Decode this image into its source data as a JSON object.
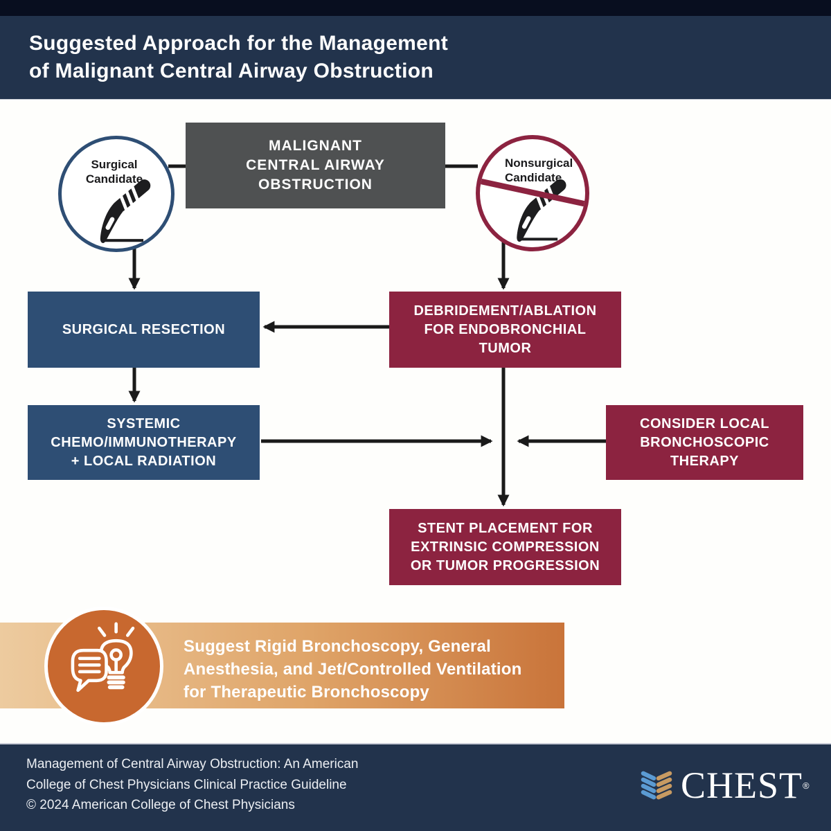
{
  "header": {
    "title": "Suggested Approach for the Management\nof Malignant Central Airway Obstruction"
  },
  "flowchart": {
    "root_box": {
      "label": "MALIGNANT\nCENTRAL AIRWAY\nOBSTRUCTION",
      "bg": "#4F5152"
    },
    "surgical_candidate": {
      "label": "Surgical\nCandidate",
      "icon": "scalpel-icon",
      "border_color": "#2E4E74"
    },
    "nonsurgical_candidate": {
      "label": "Nonsurgical\nCandidate",
      "icon": "scalpel-prohibited-icon",
      "border_color": "#8C2340"
    },
    "surgical_resection": {
      "label": "SURGICAL RESECTION",
      "bg": "#2E4E74"
    },
    "debridement": {
      "label": "DEBRIDEMENT/ABLATION\nFOR ENDOBRONCHIAL\nTUMOR",
      "bg": "#8C2340"
    },
    "systemic_therapy": {
      "label": "SYSTEMIC\nCHEMO/IMMUNOTHERAPY\n+ LOCAL RADIATION",
      "bg": "#2E4E74"
    },
    "local_bronchoscopic": {
      "label": "CONSIDER LOCAL\nBRONCHOSCOPIC\nTHERAPY",
      "bg": "#8C2340"
    },
    "stent_placement": {
      "label": "STENT PLACEMENT FOR\nEXTRINSIC COMPRESSION\nOR TUMOR PROGRESSION",
      "bg": "#8C2340"
    }
  },
  "callout": {
    "text": "Suggest Rigid Bronchoscopy, General\nAnesthesia, and Jet/Controlled Ventilation\nfor Therapeutic Bronchoscopy",
    "icon": "lightbulb-speech-icon",
    "gradient_start": "#EDCB9F",
    "gradient_end": "#C9743A",
    "circle_color": "#C8682F"
  },
  "footer": {
    "citation": "Management of Central Airway Obstruction: An American\nCollege of Chest Physicians Clinical Practice Guideline\n© 2024 American College of Chest Physicians",
    "logo": {
      "text": "CHEST",
      "registered": "®",
      "mark_icon": "chest-ribcage-icon",
      "blue": "#5B9BD3",
      "tan": "#C79A62"
    }
  },
  "colors": {
    "top_strip": "#080E1F",
    "header_bg": "#22334C",
    "footer_bg": "#22334C",
    "navy_box": "#2E4E74",
    "maroon_box": "#8C2340",
    "gray_box": "#4F5152",
    "connector": "#1A1A1A",
    "background": "#FEFEFC"
  }
}
